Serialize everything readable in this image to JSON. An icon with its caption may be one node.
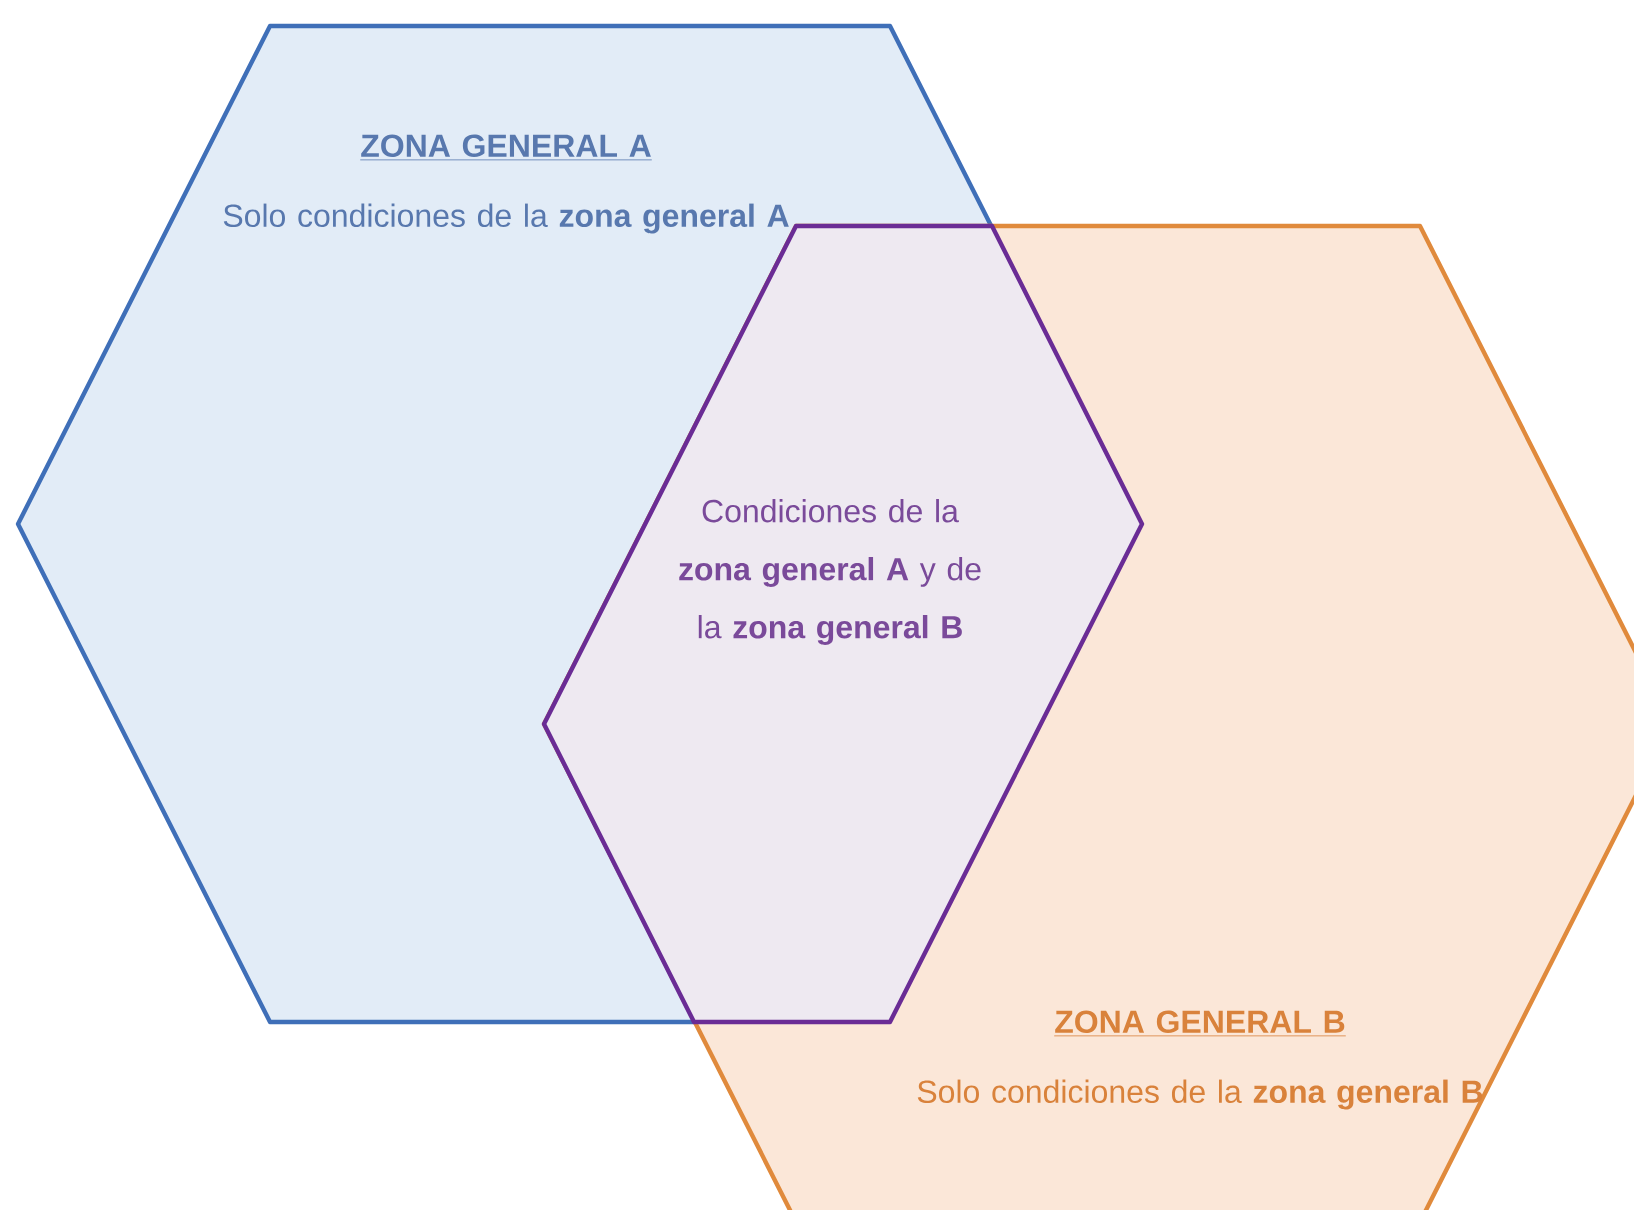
{
  "diagram": {
    "nodes": [
      {
        "text": [
          "ZONA GENERAL A",
          "Solo condiciones de la **zona general A**"
        ]
      },
      {
        "text": [
          "Condiciones de la **zona general A** y de la **zona general B**"
        ]
      },
      {
        "text": [
          "ZONA GENERAL B",
          "Solo condiciones de la **zona general B**"
        ]
      }
    ]
  }
}
